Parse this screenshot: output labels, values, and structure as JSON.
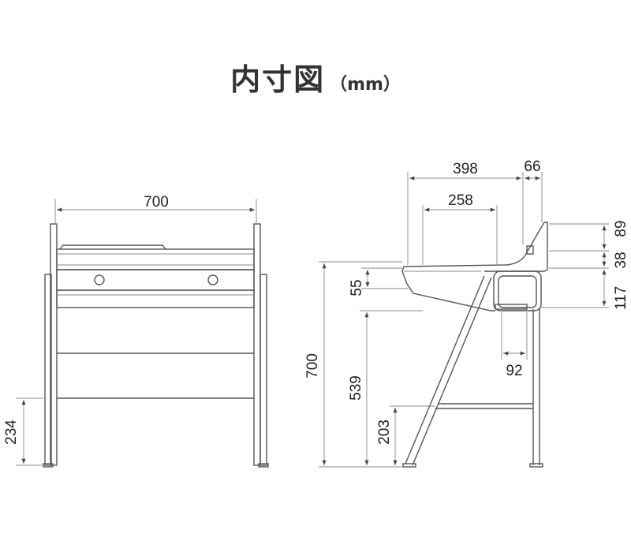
{
  "title": {
    "main": "内寸図",
    "unit": "（mm）"
  },
  "front_view": {
    "width_label": "700",
    "leg_height_label": "234"
  },
  "side_view": {
    "top_depth_label": "398",
    "hutch_depth_label": "66",
    "desk_depth_label": "258",
    "hutch_height_label": "89",
    "top_thickness_label": "38",
    "drawer_depth_label": "117",
    "front_lip_label": "55",
    "total_height_label": "700",
    "knee_height_label": "539",
    "footrest_height_label": "203",
    "drawer_width_label": "92"
  }
}
